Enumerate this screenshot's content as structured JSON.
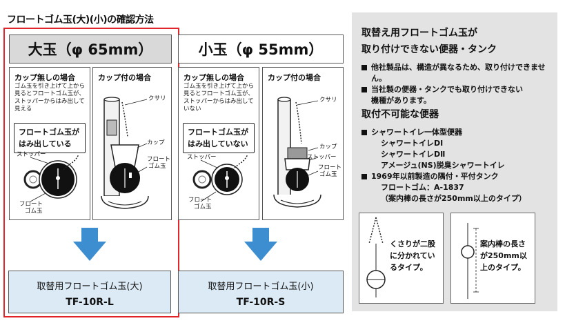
{
  "page_title": "フロートゴム玉(大)(小)の確認方法",
  "large": {
    "header": "大玉（φ 65mm）",
    "no_cup": {
      "title": "カップ無しの場合",
      "desc": "ゴム玉を引き上げて上から見るとフロートゴム玉が、ストッパーからはみ出して見える",
      "callout": [
        "フロートゴム玉が",
        "はみ出している"
      ],
      "label_stopper": "ストッパー",
      "label_float": [
        "フロート",
        "ゴム玉"
      ]
    },
    "with_cup": {
      "title": "カップ付の場合",
      "label_chain": "クサリ",
      "label_cup": "カップ",
      "label_float": [
        "フロート",
        "ゴム玉"
      ]
    },
    "result": {
      "name": "取替用フロートゴム玉(大)",
      "code": "TF-10R-L"
    }
  },
  "small": {
    "header": "小玉（φ 55mm）",
    "no_cup": {
      "title": "カップ無しの場合",
      "desc": "ゴム玉を引き上げて上から見るとフロートゴム玉が、ストッパーからはみ出していない",
      "callout": [
        "フロートゴム玉が",
        "はみ出していない"
      ],
      "label_stopper": "ストッパー",
      "label_float": [
        "フロート",
        "ゴム玉"
      ]
    },
    "with_cup": {
      "title": "カップ付の場合",
      "label_chain": "クサリ",
      "label_cup": "カップ",
      "label_stopper": "ストッパー",
      "label_float": [
        "フロート",
        "ゴム玉"
      ]
    },
    "result": {
      "name": "取替用フロートゴム玉(小)",
      "code": "TF-10R-S"
    }
  },
  "info": {
    "heading1": [
      "取替え用フロートゴム玉が",
      "取り付けできない便器・タンク"
    ],
    "list1": [
      "他社製品は、構造が異なるため、取り付けできません。",
      [
        "当社製の便器・タンクでも取り付けできない",
        "機種があります。"
      ]
    ],
    "heading2": "取付不可能な便器",
    "list2_item1": [
      "シャワートイレ一体型便器",
      "シャワートイレDI",
      "シャワートイレDⅡ",
      "アメージュ(NS)脱臭シャワートイレ"
    ],
    "list2_item2": [
      "1969年以前製造の隅付・平付タンク",
      "フロートゴム：A-1837",
      "（案内棒の長さが250mm以上のタイプ）"
    ],
    "mini1_text": [
      "くさりが二股",
      "に分かれてい",
      "るタイプ。"
    ],
    "mini2_text": [
      "案内棒の長さ",
      "が250mm以",
      "上のタイプ。"
    ]
  },
  "colors": {
    "red_frame": "#e0262b",
    "arrow_blue": "#3d8ed0",
    "result_bg": "#dceaf5",
    "panel_gray": "#e3e3e3",
    "header_gray": "#d9d9d9"
  }
}
